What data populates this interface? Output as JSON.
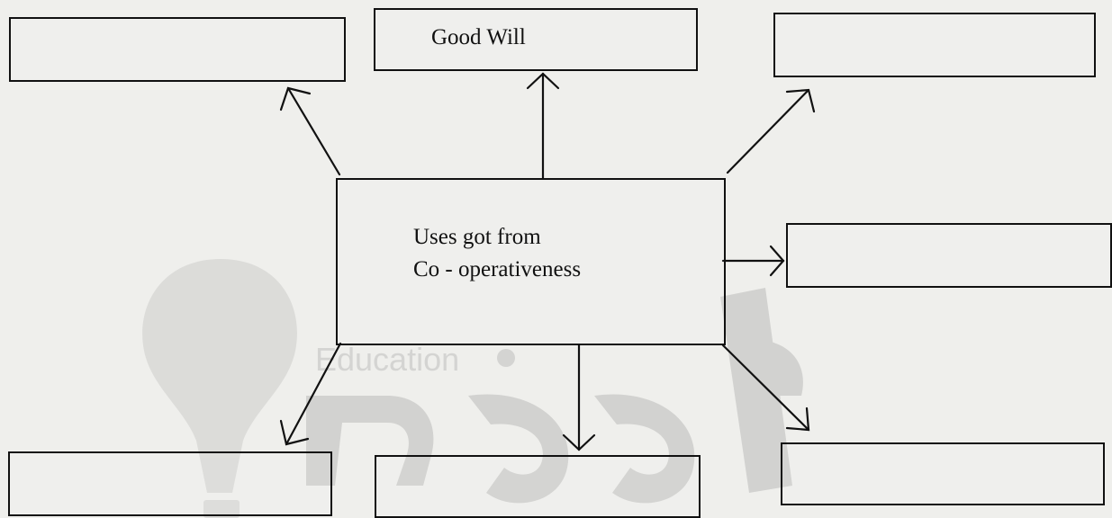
{
  "diagram": {
    "center": {
      "lines": [
        "Uses got from",
        "Co - operativeness"
      ]
    },
    "boxes": {
      "top_left": "",
      "top_center": "Good Will",
      "top_right": "",
      "middle_right": "",
      "bottom_left": "",
      "bottom_center": "",
      "bottom_right": ""
    }
  },
  "watermark": {
    "word": "Education",
    "colors": {
      "bulb": "#d9d9d7",
      "text": "#d6d6d4"
    }
  }
}
